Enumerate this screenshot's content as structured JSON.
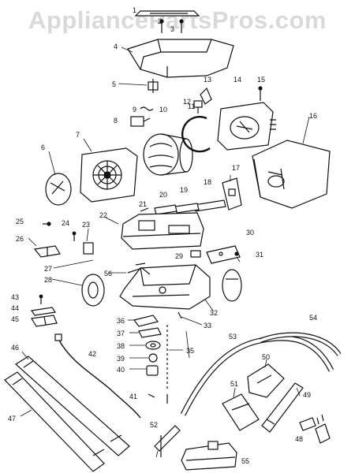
{
  "watermark": "AppliancePartsPros.com",
  "labels": [
    "1",
    "2",
    "3",
    "4",
    "5",
    "6",
    "7",
    "8",
    "9",
    "10",
    "11",
    "12",
    "13",
    "14",
    "15",
    "16",
    "17",
    "18",
    "19",
    "20",
    "21",
    "22",
    "23",
    "24",
    "25",
    "26",
    "27",
    "28",
    "29",
    "30",
    "31",
    "32",
    "33",
    "35",
    "36",
    "37",
    "38",
    "39",
    "40",
    "41",
    "42",
    "43",
    "44",
    "45",
    "46",
    "47",
    "48",
    "49",
    "50",
    "51",
    "52",
    "53",
    "54",
    "55",
    "56"
  ],
  "colors": {
    "ink": "#111111",
    "watermark": "#d9d9d9"
  }
}
